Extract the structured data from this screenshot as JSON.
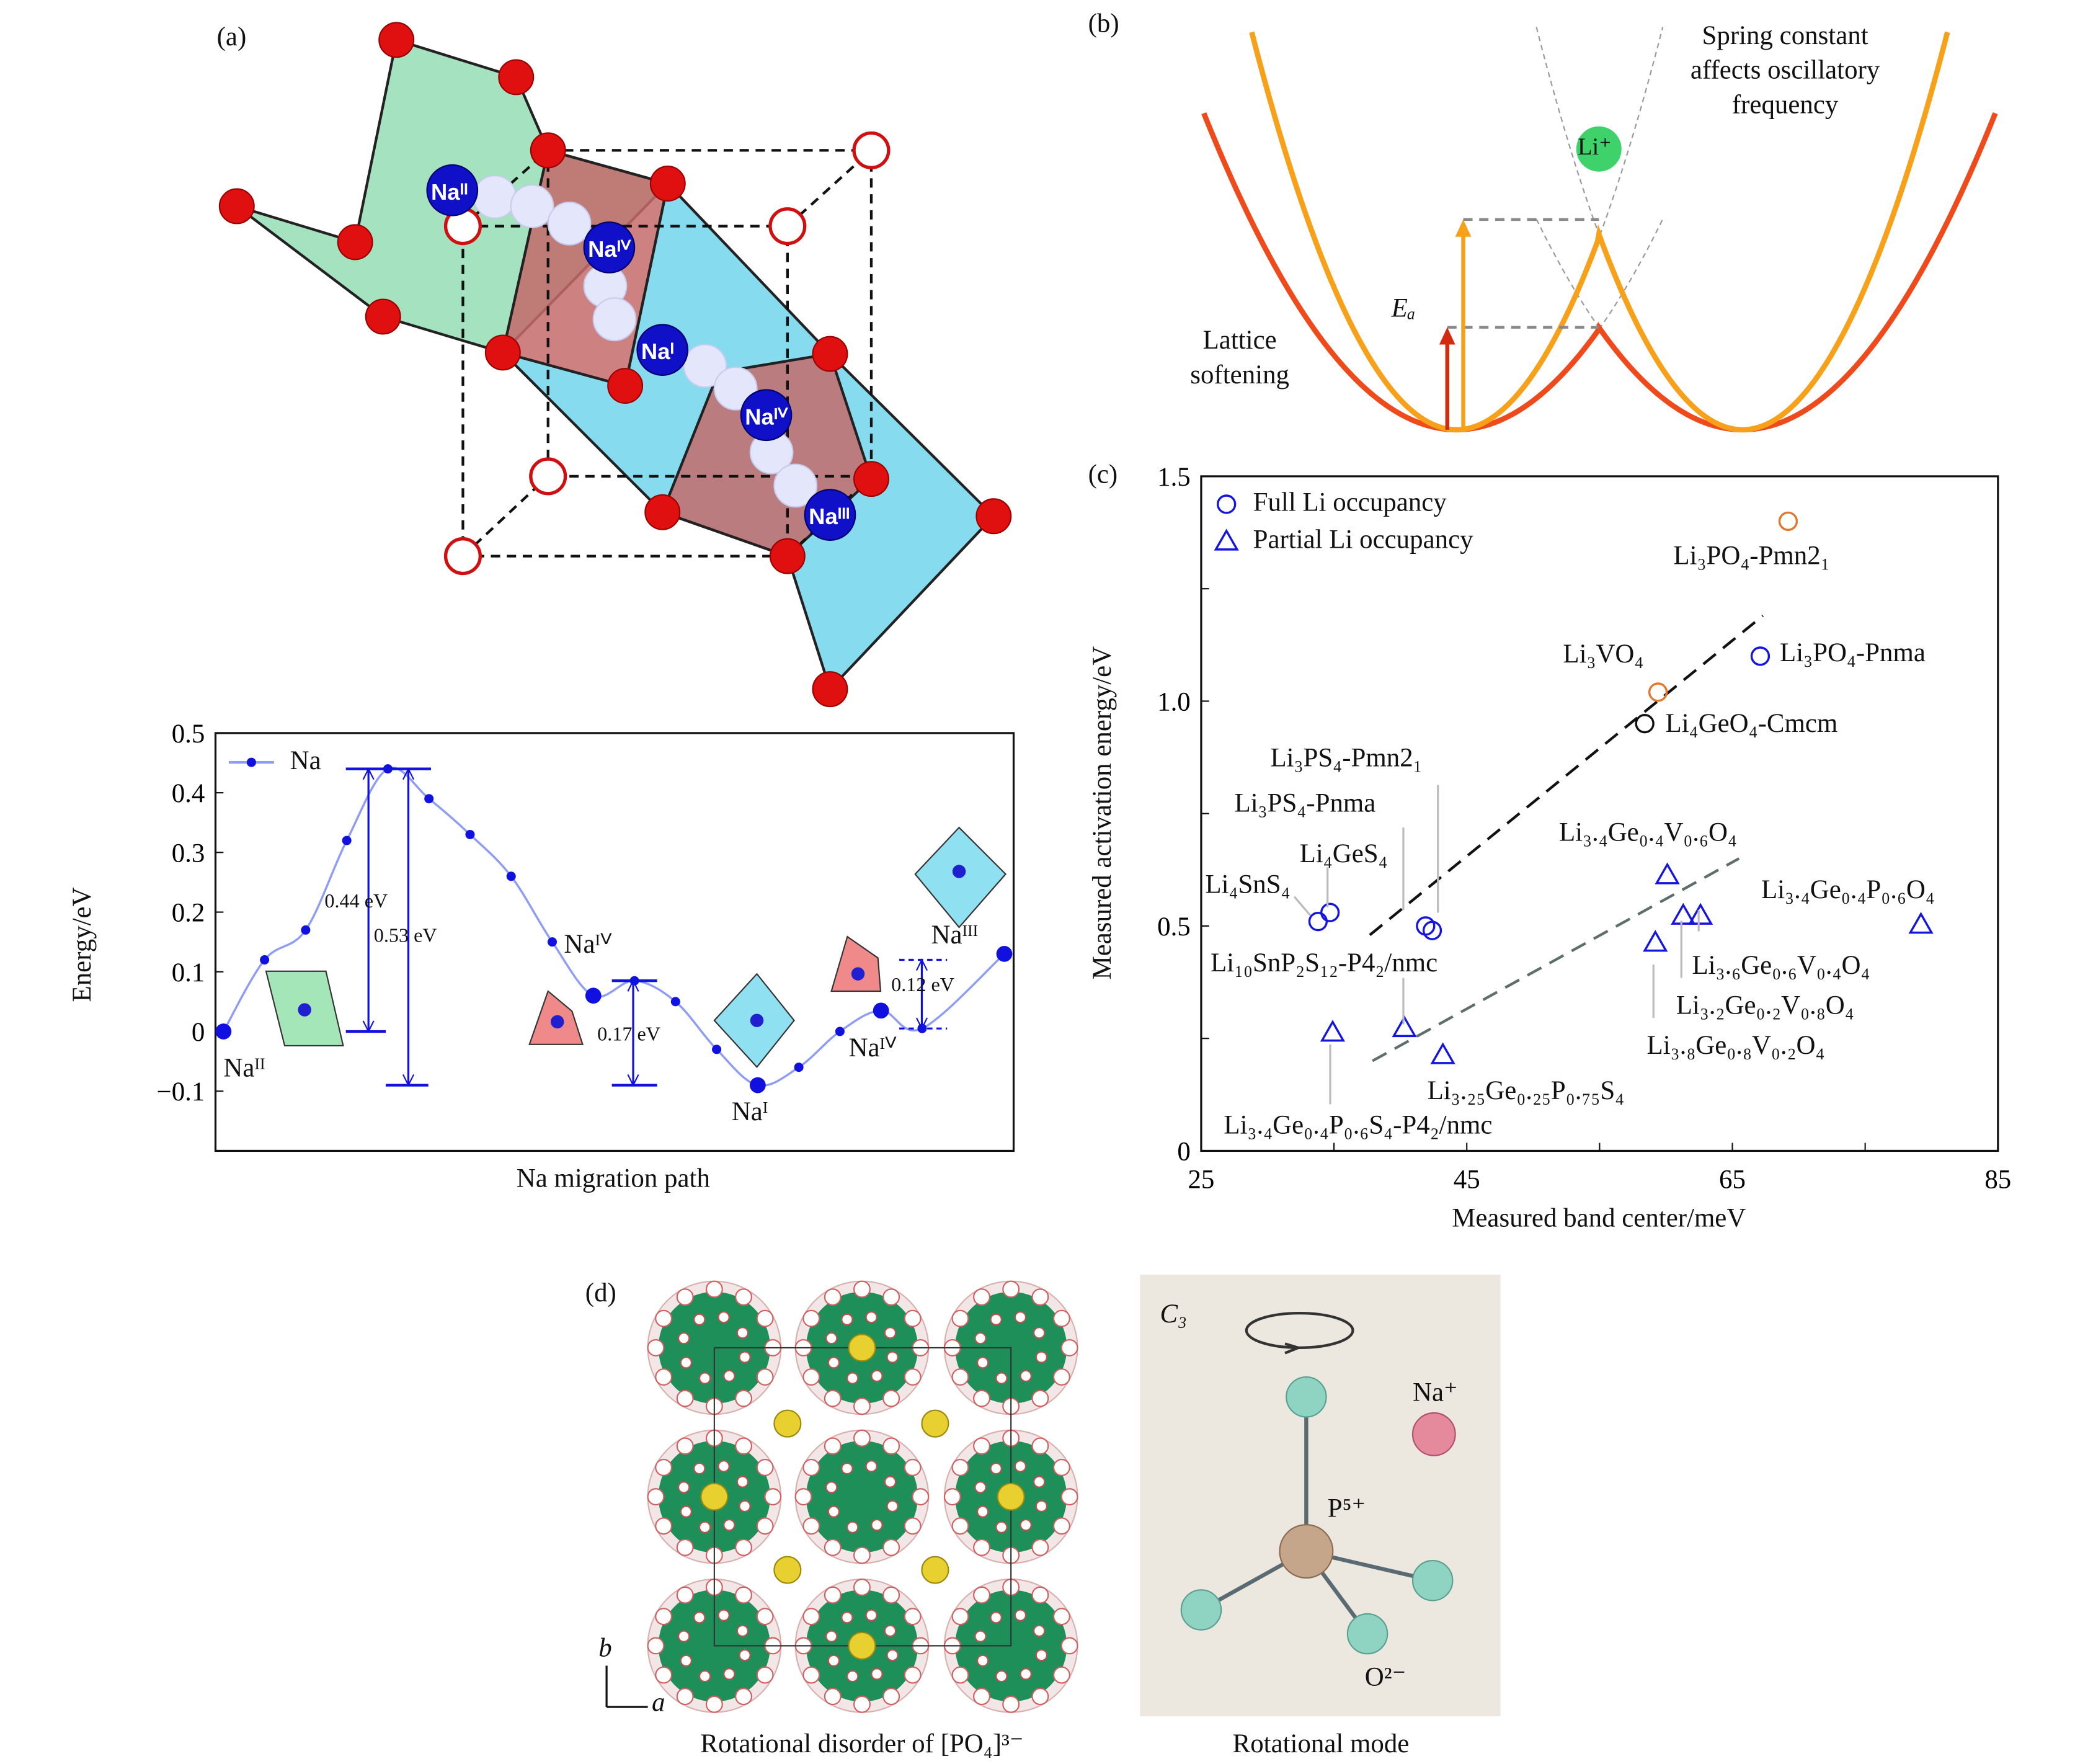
{
  "panels": {
    "a": {
      "label": "(a)",
      "site_labels": [
        "Naᴵᴵ",
        "Naᴵⱽ",
        "Naᴵ",
        "Naᴵⱽ",
        "Naᴵᴵᴵ"
      ]
    },
    "b": {
      "label": "(b)",
      "spring_text": [
        "Spring constant",
        "affects oscillatory",
        "frequency"
      ],
      "lattice_text": [
        "Lattice",
        "softening"
      ],
      "ea_label": "Eₐ",
      "ion_label": "Li⁺",
      "colors": {
        "soft": "#ef4a1c",
        "stiff": "#f7a11a",
        "ion": "#3fd16a"
      }
    },
    "c": {
      "label": "(c)"
    },
    "d": {
      "label": "(d)",
      "caption_left": "Rotational disorder of [PO₄]³⁻",
      "caption_right": "Rotational mode",
      "axis_b": "b",
      "axis_a": "a",
      "c3_label": "C₃",
      "na_label": "Na⁺",
      "p_label": "P⁵⁺",
      "o_label": "O²⁻",
      "colors": {
        "oxygen": "#8fd3c3",
        "phosphorus": "#c6a68a",
        "sodium": "#e58a9c",
        "panel_bg": "#ece7df",
        "cluster": "#1f8f5a",
        "na_sphere": "#e8d030"
      }
    }
  },
  "chart_data": [
    {
      "type": "line",
      "panel": "a",
      "ylabel": "Energy/eV",
      "xlabel": "Na migration path",
      "ylim": [
        -0.2,
        0.5
      ],
      "yticks": [
        "0.5",
        "0.4",
        "0.3",
        "0.2",
        "0.1",
        "0",
        "−0.1"
      ],
      "series": [
        {
          "name": "Na",
          "color": "#1010e0",
          "values": [
            0,
            0.12,
            0.17,
            0.32,
            0.44,
            0.39,
            0.33,
            0.26,
            0.15,
            0.06,
            0.085,
            0.05,
            -0.03,
            -0.09,
            -0.06,
            0.0,
            0.035,
            0.005,
            null,
            0.13
          ]
        }
      ],
      "annotations": [
        {
          "text": "0.44 eV",
          "from": 0.44,
          "to": 0
        },
        {
          "text": "0.53 eV",
          "from": 0.44,
          "to": -0.09
        },
        {
          "text": "0.17 eV",
          "from": 0.085,
          "to": -0.09
        },
        {
          "text": "0.12 eV",
          "from": 0.12,
          "to": 0.005
        }
      ],
      "grid": false,
      "legend": "top-left"
    },
    {
      "type": "scatter",
      "panel": "c",
      "xlabel": "Measured band center/meV",
      "ylabel": "Measured activation energy/eV",
      "xlim": [
        25,
        85
      ],
      "ylim": [
        0,
        1.5
      ],
      "xticks": [
        "25",
        "45",
        "65",
        "85"
      ],
      "yticks": [
        "0",
        "0.5",
        "1.0",
        "1.5"
      ],
      "legend": "top-left",
      "legend_entries": [
        {
          "marker": "circle",
          "text": "Full Li occupancy"
        },
        {
          "marker": "triangle",
          "text": "Partial Li occupancy"
        }
      ],
      "points": [
        {
          "label": "Li₃PO₄-Pmn2₁",
          "x": 69.2,
          "y": 1.4,
          "marker": "circle",
          "color": "#e07a30"
        },
        {
          "label": "Li₃PO₄-Pnma",
          "x": 67.1,
          "y": 1.1,
          "marker": "circle",
          "color": "#1515e0"
        },
        {
          "label": "Li₃VO₄",
          "x": 59.4,
          "y": 1.02,
          "marker": "circle",
          "color": "#e07a30"
        },
        {
          "label": "Li₄GeO₄-Cmcm",
          "x": 58.4,
          "y": 0.95,
          "marker": "circle",
          "color": "#111111"
        },
        {
          "label": "Li₄SnS₄",
          "x": 33.8,
          "y": 0.51,
          "marker": "circle",
          "color": "#1515e0"
        },
        {
          "label": "Li₄GeS₄",
          "x": 34.7,
          "y": 0.53,
          "marker": "circle",
          "color": "#1515e0"
        },
        {
          "label": "Li₃PS₄-Pnma",
          "x": 41.9,
          "y": 0.5,
          "marker": "circle",
          "color": "#1515e0"
        },
        {
          "label": "Li₃PS₄-Pmn2₁",
          "x": 42.4,
          "y": 0.49,
          "marker": "circle",
          "color": "#1515e0"
        },
        {
          "label": "Li₃.₄Ge₀.₄V₀.₆O₄",
          "x": 60.1,
          "y": 0.61,
          "marker": "triangle",
          "color": "#1515e0"
        },
        {
          "label": "Li₃.₆Ge₀.₆V₀.₄O₄",
          "x": 62.6,
          "y": 0.52,
          "marker": "triangle",
          "color": "#1515e0"
        },
        {
          "label": "Li₃.₂Ge₀.₂V₀.₈O₄",
          "x": 61.3,
          "y": 0.52,
          "marker": "triangle",
          "color": "#1515e0"
        },
        {
          "label": "Li₃.₈Ge₀.₈V₀.₂O₄",
          "x": 59.2,
          "y": 0.46,
          "marker": "triangle",
          "color": "#1515e0"
        },
        {
          "label": "Li₃.₄Ge₀.₄P₀.₆O₄",
          "x": 79.2,
          "y": 0.5,
          "marker": "triangle",
          "color": "#1515e0"
        },
        {
          "label": "Li₁₀SnP₂S₁₂-P4₂/nmc",
          "x": 40.3,
          "y": 0.27,
          "marker": "triangle",
          "color": "#1515e0"
        },
        {
          "label": "Li₃.₂₅Ge₀.₂₅P₀.₇₅S₄",
          "x": 43.2,
          "y": 0.21,
          "marker": "triangle",
          "color": "#1515e0"
        },
        {
          "label": "Li₃.₄Ge₀.₄P₀.₆S₄-P4₂/nmc",
          "x": 34.9,
          "y": 0.26,
          "marker": "triangle",
          "color": "#1515e0"
        }
      ],
      "trend_lines": [
        {
          "style": "dashed",
          "color": "#111111",
          "x": [
            37.7,
            67.3
          ],
          "y": [
            0.48,
            1.19
          ]
        },
        {
          "style": "dashed",
          "color": "#5e6e6a",
          "x": [
            37.9,
            65.5
          ],
          "y": [
            0.2,
            0.65
          ]
        }
      ],
      "grid": false
    }
  ]
}
